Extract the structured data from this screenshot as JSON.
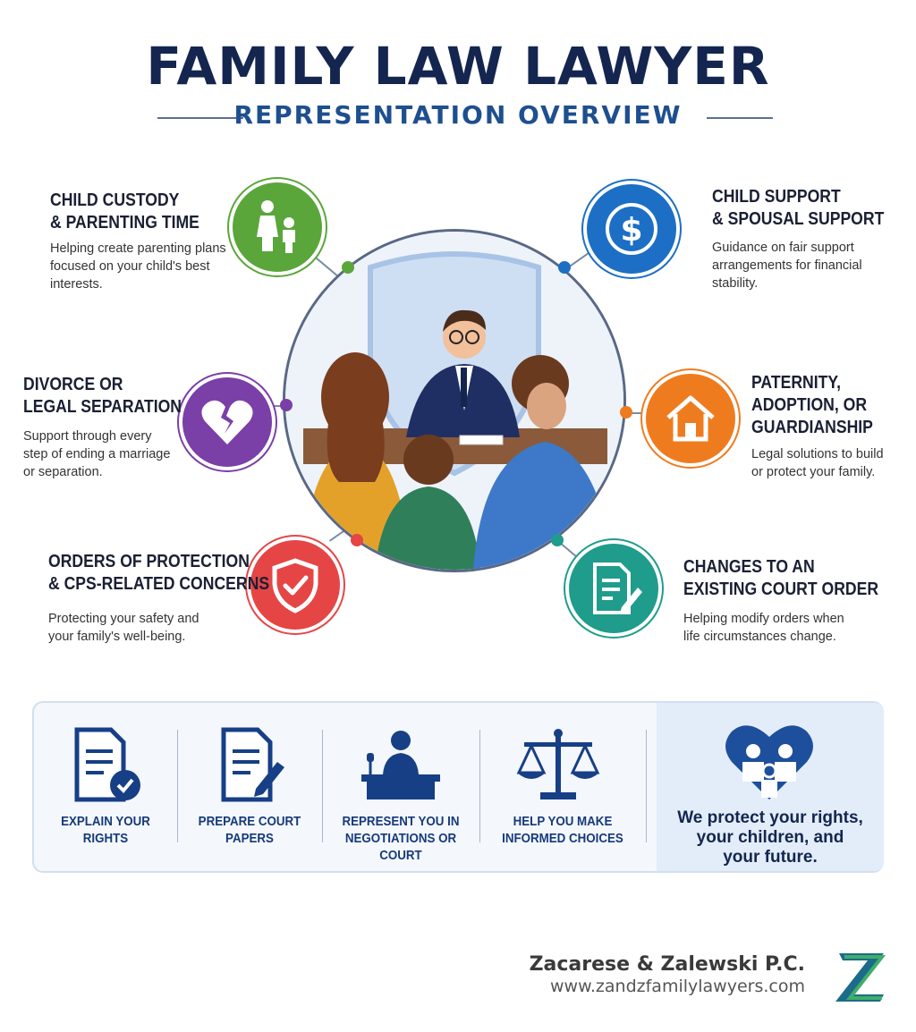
{
  "header": {
    "title": "FAMILY LAW LAWYER",
    "subtitle": "REPRESENTATION OVERVIEW"
  },
  "colors": {
    "navy": "#14254f",
    "green": "#5aa63b",
    "blue": "#1c6fc4",
    "purple": "#7b3fa8",
    "orange": "#ee7c1f",
    "red": "#e64545",
    "teal": "#1f9c8c"
  },
  "services": [
    {
      "id": "custody",
      "icon": "parent-child-icon",
      "title_line1": "CHILD CUSTODY",
      "title_line2": "& PARENTING TIME",
      "desc": "Helping create parenting plans focused on your child's best interests."
    },
    {
      "id": "support",
      "icon": "dollar-icon",
      "title_line1": "CHILD SUPPORT",
      "title_line2": "& SPOUSAL SUPPORT",
      "desc": "Guidance on fair support arrangements for financial stability."
    },
    {
      "id": "divorce",
      "icon": "broken-heart-icon",
      "title_line1": "DIVORCE OR",
      "title_line2": "LEGAL SEPARATION",
      "desc": "Support through every step of ending a marriage or separation."
    },
    {
      "id": "paternity",
      "icon": "house-icon",
      "title_line1": "PATERNITY,",
      "title_line2": "ADOPTION, OR",
      "title_line3": "GUARDIANSHIP",
      "desc": "Legal solutions to build or protect your family."
    },
    {
      "id": "protection",
      "icon": "shield-check-icon",
      "title_line1": "ORDERS OF PROTECTION",
      "title_line2": "& CPS-RELATED CONCERNS",
      "desc": "Protecting your safety and your family's well-being."
    },
    {
      "id": "changes",
      "icon": "document-pen-icon",
      "title_line1": "CHANGES TO AN",
      "title_line2": "EXISTING COURT ORDER",
      "desc": "Helping modify orders when life circumstances change."
    }
  ],
  "bottom": {
    "items": [
      {
        "icon": "document-check-icon",
        "line1": "EXPLAIN YOUR",
        "line2": "RIGHTS"
      },
      {
        "icon": "document-pen-icon",
        "line1": "PREPARE COURT",
        "line2": "PAPERS"
      },
      {
        "icon": "podium-speaker-icon",
        "line1": "REPRESENT YOU IN",
        "line2": "NEGOTIATIONS OR COURT"
      },
      {
        "icon": "scales-icon",
        "line1": "HELP YOU MAKE",
        "line2": "INFORMED CHOICES"
      }
    ],
    "tagline_icon": "family-heart-icon",
    "tagline_line1": "We protect your rights,",
    "tagline_line2": "your children, and",
    "tagline_line3": "your future."
  },
  "brand": {
    "name": "Zacarese & Zalewski P.C.",
    "url": "www.zandzfamilylawyers.com",
    "logo": "Z"
  }
}
